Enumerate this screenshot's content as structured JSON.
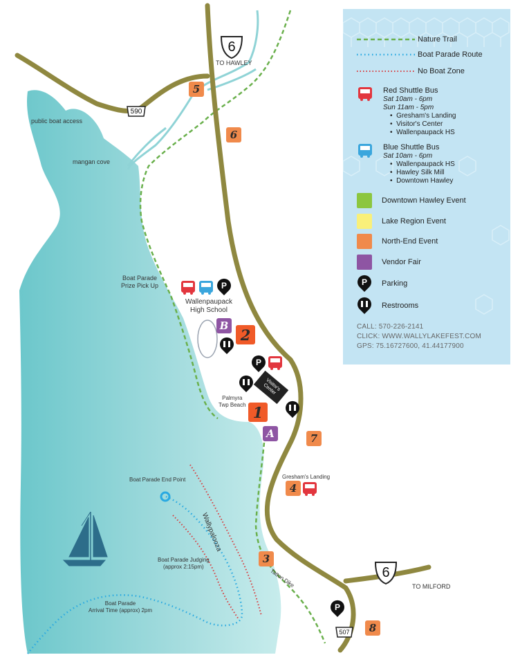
{
  "colors": {
    "water": "#8fd3d6",
    "water_deep": "#b9e6e8",
    "road": "#8f8840",
    "stream": "#8fd3d6",
    "nature_trail": "#6ab04c",
    "boat_route": "#29a9e1",
    "no_boat_zone": "#d9393b",
    "downtown_hawley": "#8cc63f",
    "lake_region": "#f9f07a",
    "north_end": "#f08a4b",
    "north_end_large": "#f05a28",
    "vendor_fair": "#8e55a3",
    "red_bus": "#e2363e",
    "blue_bus": "#3aa6dd",
    "legend_bg": "#bfe3f3"
  },
  "map_labels": {
    "to_hawley": "TO HAWLEY",
    "to_milford": "TO MILFORD",
    "public_boat_access": "public boat access",
    "mangan_cove": "mangan cove",
    "prize_pick_up": "Boat Parade\nPrize Pick Up",
    "wallenpaupack_hs": "Wallenpaupack\nHigh School",
    "visitors_center": "Visitor's\nCenter",
    "palmyra_beach": "Palmyra\nTwp Beach",
    "boat_parade_end": "Boat Parade End Point",
    "greshams_landing": "Gresham's Landing",
    "wallypalooza": "Wallypalooza",
    "boat_parade_judging": "Boat Parade Judging\n(approx 2:15pm)",
    "tatton_dike": "Tatton Dike",
    "boat_parade_arrival": "Boat Parade\nArrival Time (approx) 2pm"
  },
  "route_shields": {
    "us6_north": "6",
    "us6_east": "6",
    "pa590": "590",
    "pa507": "507"
  },
  "event_markers": {
    "e1": "1",
    "e2": "2",
    "e3": "3",
    "e4": "4",
    "e5": "5",
    "e6": "6",
    "e7": "7",
    "e8": "8",
    "vendor_a": "A",
    "vendor_b": "B"
  },
  "map_icons": [
    "red-bus-icon",
    "blue-bus-icon",
    "parking-icon",
    "restroom-icon",
    "sailboat-icon"
  ],
  "legend": {
    "lines": [
      {
        "label": "Nature Trail",
        "style": "dashed-green"
      },
      {
        "label": "Boat Parade Route",
        "style": "dotted-blue"
      },
      {
        "label": "No Boat Zone",
        "style": "dotted-red"
      }
    ],
    "red_bus": {
      "title": "Red Shuttle Bus",
      "times": [
        "Sat 10am - 6pm",
        "Sun 11am - 5pm"
      ],
      "stops": [
        "Gresham's Landing",
        "Visitor's Center",
        "Wallenpaupack HS"
      ]
    },
    "blue_bus": {
      "title": "Blue Shuttle Bus",
      "times": [
        "Sat 10am - 6pm"
      ],
      "stops": [
        "Wallenpaupack HS",
        "Hawley Silk Mill",
        "Downtown Hawley"
      ]
    },
    "events": [
      {
        "label": "Downtown Hawley Event",
        "color": "#8cc63f"
      },
      {
        "label": "Lake Region Event",
        "color": "#f9f07a"
      },
      {
        "label": "North-End Event",
        "color": "#f08a4b"
      },
      {
        "label": "Vendor Fair",
        "color": "#8e55a3"
      }
    ],
    "parking": "Parking",
    "restrooms": "Restrooms",
    "contact": {
      "call": "CALL: 570-226-2141",
      "click": "CLICK: WWW.WALLYLAKEFEST.COM",
      "gps": "GPS: 75.16727600, 41.44177900"
    }
  }
}
